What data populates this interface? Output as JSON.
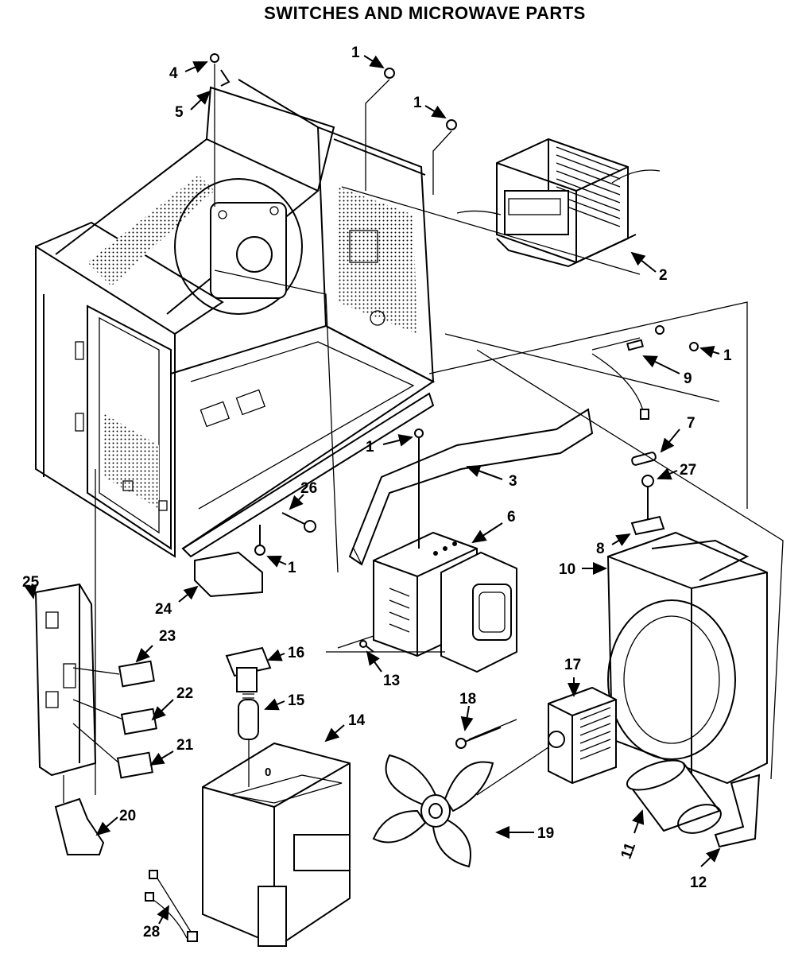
{
  "title": {
    "line1": "",
    "line2": "SWITCHES AND MICROWAVE PARTS"
  },
  "callouts": [
    {
      "id": "c4",
      "label": "4"
    },
    {
      "id": "c5",
      "label": "5"
    },
    {
      "id": "c1a",
      "label": "1"
    },
    {
      "id": "c1b",
      "label": "1"
    },
    {
      "id": "c2",
      "label": "2"
    },
    {
      "id": "c1c",
      "label": "1"
    },
    {
      "id": "c9",
      "label": "9"
    },
    {
      "id": "c7",
      "label": "7"
    },
    {
      "id": "c27",
      "label": "27"
    },
    {
      "id": "c8",
      "label": "8"
    },
    {
      "id": "c1d",
      "label": "1"
    },
    {
      "id": "c3",
      "label": "3"
    },
    {
      "id": "c6",
      "label": "6"
    },
    {
      "id": "c26",
      "label": "26"
    },
    {
      "id": "c1e",
      "label": "1"
    },
    {
      "id": "c25",
      "label": "25"
    },
    {
      "id": "c24",
      "label": "24"
    },
    {
      "id": "c23",
      "label": "23"
    },
    {
      "id": "c16",
      "label": "16"
    },
    {
      "id": "c13",
      "label": "13"
    },
    {
      "id": "c10",
      "label": "10"
    },
    {
      "id": "c22",
      "label": "22"
    },
    {
      "id": "c15",
      "label": "15"
    },
    {
      "id": "c17",
      "label": "17"
    },
    {
      "id": "c18",
      "label": "18"
    },
    {
      "id": "c14",
      "label": "14"
    },
    {
      "id": "c21",
      "label": "21"
    },
    {
      "id": "c20",
      "label": "20"
    },
    {
      "id": "c19",
      "label": "19"
    },
    {
      "id": "c11",
      "label": "11"
    },
    {
      "id": "c12",
      "label": "12"
    },
    {
      "id": "c28",
      "label": "28"
    }
  ],
  "embedded_marks": {
    "fan_duct_mark": "0"
  }
}
